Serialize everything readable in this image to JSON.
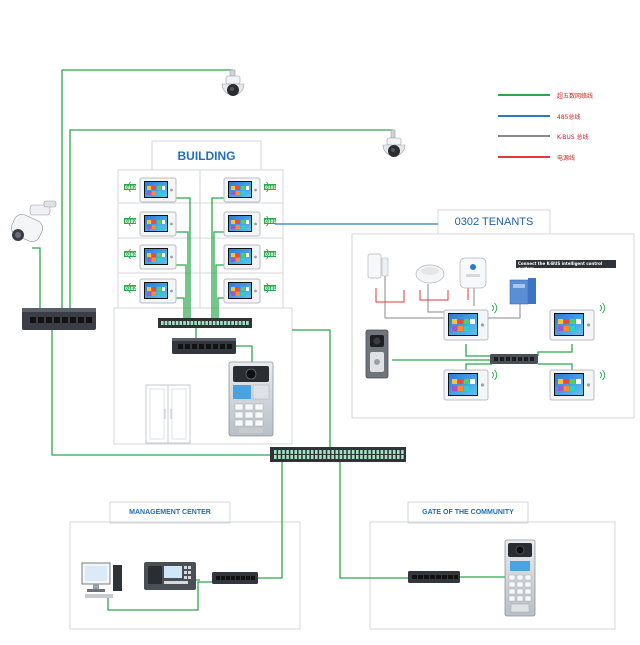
{
  "labels": {
    "building": "BUILDING",
    "tenants": "0302 TENANTS",
    "management": "MANAGEMENT CENTER",
    "gate": "GATE OF THE COMMUNITY",
    "kbus_banner": "Connect the K-BUS intelligent control system"
  },
  "legend": [
    {
      "label": "超五数网络线",
      "color": "#2aa84a"
    },
    {
      "label": "485总线",
      "color": "#2b7bc0"
    },
    {
      "label": "K-BUS 总线",
      "color": "#8a8a8a"
    },
    {
      "label": "电源线",
      "color": "#e03a3a"
    }
  ],
  "floor_tags": [
    "0402",
    "0401",
    "0302",
    "0301",
    "0202",
    "0201",
    "0102",
    "0101"
  ],
  "colors": {
    "network": "#2aa84a",
    "bus485": "#2b7bc0",
    "kbus": "#8a8a8a",
    "power": "#e03a3a",
    "title": "#1e6fb8"
  }
}
